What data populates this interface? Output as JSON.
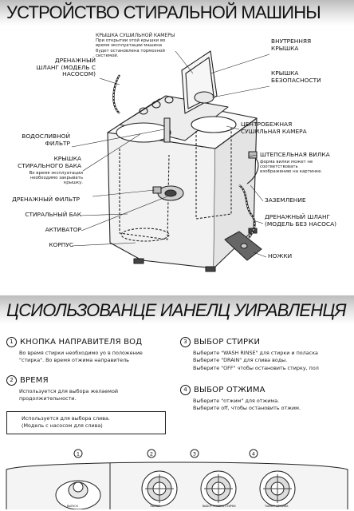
{
  "title": "УСТРОЙСТВО СТИРАЛЬНОЙ МАШИНЫ",
  "diagram": {
    "lid_note": {
      "heading": "КРЫШКА СУШИЛЬНОЙ КАМЕРЫ",
      "lines": [
        "При открытии этой крышки во",
        "время эксплуатации машина",
        "будет остановлена тормозной",
        "системой."
      ]
    },
    "left_labels": {
      "drain_hose_pump": [
        "ДРЕНАЖНЫЙ",
        "ШЛАНГ (МОДЕЛЬ С",
        "НАСОСОМ)"
      ],
      "overflow_filter": [
        "ВОДОСЛИВНОЙ",
        "ФИЛЬТР"
      ],
      "wash_tub_lid": [
        "КРЫШКА",
        "СТИРАЛЬНОГО БАКА"
      ],
      "wash_tub_lid_note": [
        "Во время эксплуатации",
        "необходимо закрывать",
        "крышку."
      ],
      "drain_filter": "ДРЕНАЖНЫЙ ФИЛЬТР",
      "wash_tub": "СТИРАЛЬНЫЙ БАК",
      "agitator": "АКТИВАТОР",
      "body": "КОРПУС"
    },
    "right_labels": {
      "inner_lid": [
        "ВНУТРЕННЯЯ",
        "КРЫШКА"
      ],
      "safety_lid": [
        "КРЫШКА",
        "БЕЗОПАСНОСТИ"
      ],
      "spin_chamber": [
        "ЦЕНТРОБЕЖНАЯ",
        "СУШИЛЬНАЯ КАМЕРА"
      ],
      "plug": [
        "ШТЕПСЕЛЬНАЯ ВИЛКА"
      ],
      "plug_note": [
        "форма вилки может не",
        "соответствовать",
        "изображению на картинке."
      ],
      "ground": "ЗАЗЕМЛЕНИЕ",
      "drain_hose_nopump": [
        "ДРЕНАЖНЫЙ ШЛАНГ",
        "(МОДЕЛЬ БЕЗ НАСОСА)"
      ],
      "feet": "НОЖКИ"
    }
  },
  "section_title": "ЦСИОЛЬЗОВАНЦЕ ИАНЕЛЦ УИРАВЛЕНЦЯ",
  "controls": [
    {
      "num": "1",
      "title": "КНОПКА НАПРАВИТЕЛЯ ВОД",
      "desc": [
        "Во время стирки необходимо уо в положение",
        "\"стирка\". Во время отжима направитель"
      ]
    },
    {
      "num": "2",
      "title": "ВРЕМЯ",
      "desc": [
        "Используется для выбора желаемой",
        "продолжительности."
      ]
    },
    {
      "num": "3",
      "title": "ВЫБОР СТИРКИ",
      "desc": [
        "Выберите \"WASH RINSE\" для стирки и поласка",
        "Выберите \"DRAIN\" для слива воды.",
        "Выберите \"OFF\" чтобы остановить стирку, пол"
      ]
    },
    {
      "num": "4",
      "title": "ВЫБОР ОТЖИМА",
      "desc": [
        "Выберите \"отжим\" для отжима.",
        "Выберите off, чтобы остановить отжим."
      ]
    }
  ],
  "drain_box": [
    "Используется для выбора слива.",
    "(Модель с насосом для слива)"
  ],
  "panel": {
    "markers": [
      "1",
      "2",
      "3",
      "4"
    ],
    "knob_labels": [
      "ВЫПУСК",
      "ТАЙМЕР",
      "ВЫБОР РЕЖИМА СТИРКИ",
      "ТАЙМЕР ОТЖИМА"
    ]
  }
}
